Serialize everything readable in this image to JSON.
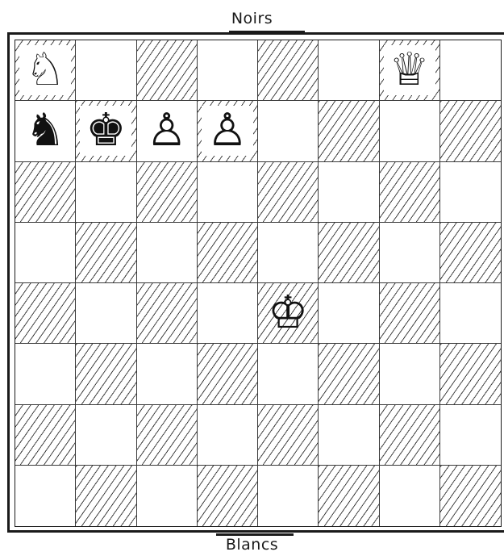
{
  "labels": {
    "top": "Noirs",
    "bottom": "Blancs"
  },
  "board": {
    "files": 8,
    "ranks": 8,
    "pieces": [
      {
        "rank": 0,
        "file": 0,
        "glyph": "♘",
        "name": "white-knight-icon"
      },
      {
        "rank": 0,
        "file": 6,
        "glyph": "♕",
        "name": "white-queen-icon"
      },
      {
        "rank": 1,
        "file": 0,
        "glyph": "♞",
        "name": "black-knight-icon"
      },
      {
        "rank": 1,
        "file": 1,
        "glyph": "♚",
        "name": "black-king-icon"
      },
      {
        "rank": 1,
        "file": 2,
        "glyph": "♙",
        "name": "white-pawn-icon"
      },
      {
        "rank": 1,
        "file": 3,
        "glyph": "♙",
        "name": "white-pawn-icon"
      },
      {
        "rank": 4,
        "file": 4,
        "glyph": "♔",
        "name": "white-king-icon"
      }
    ]
  }
}
